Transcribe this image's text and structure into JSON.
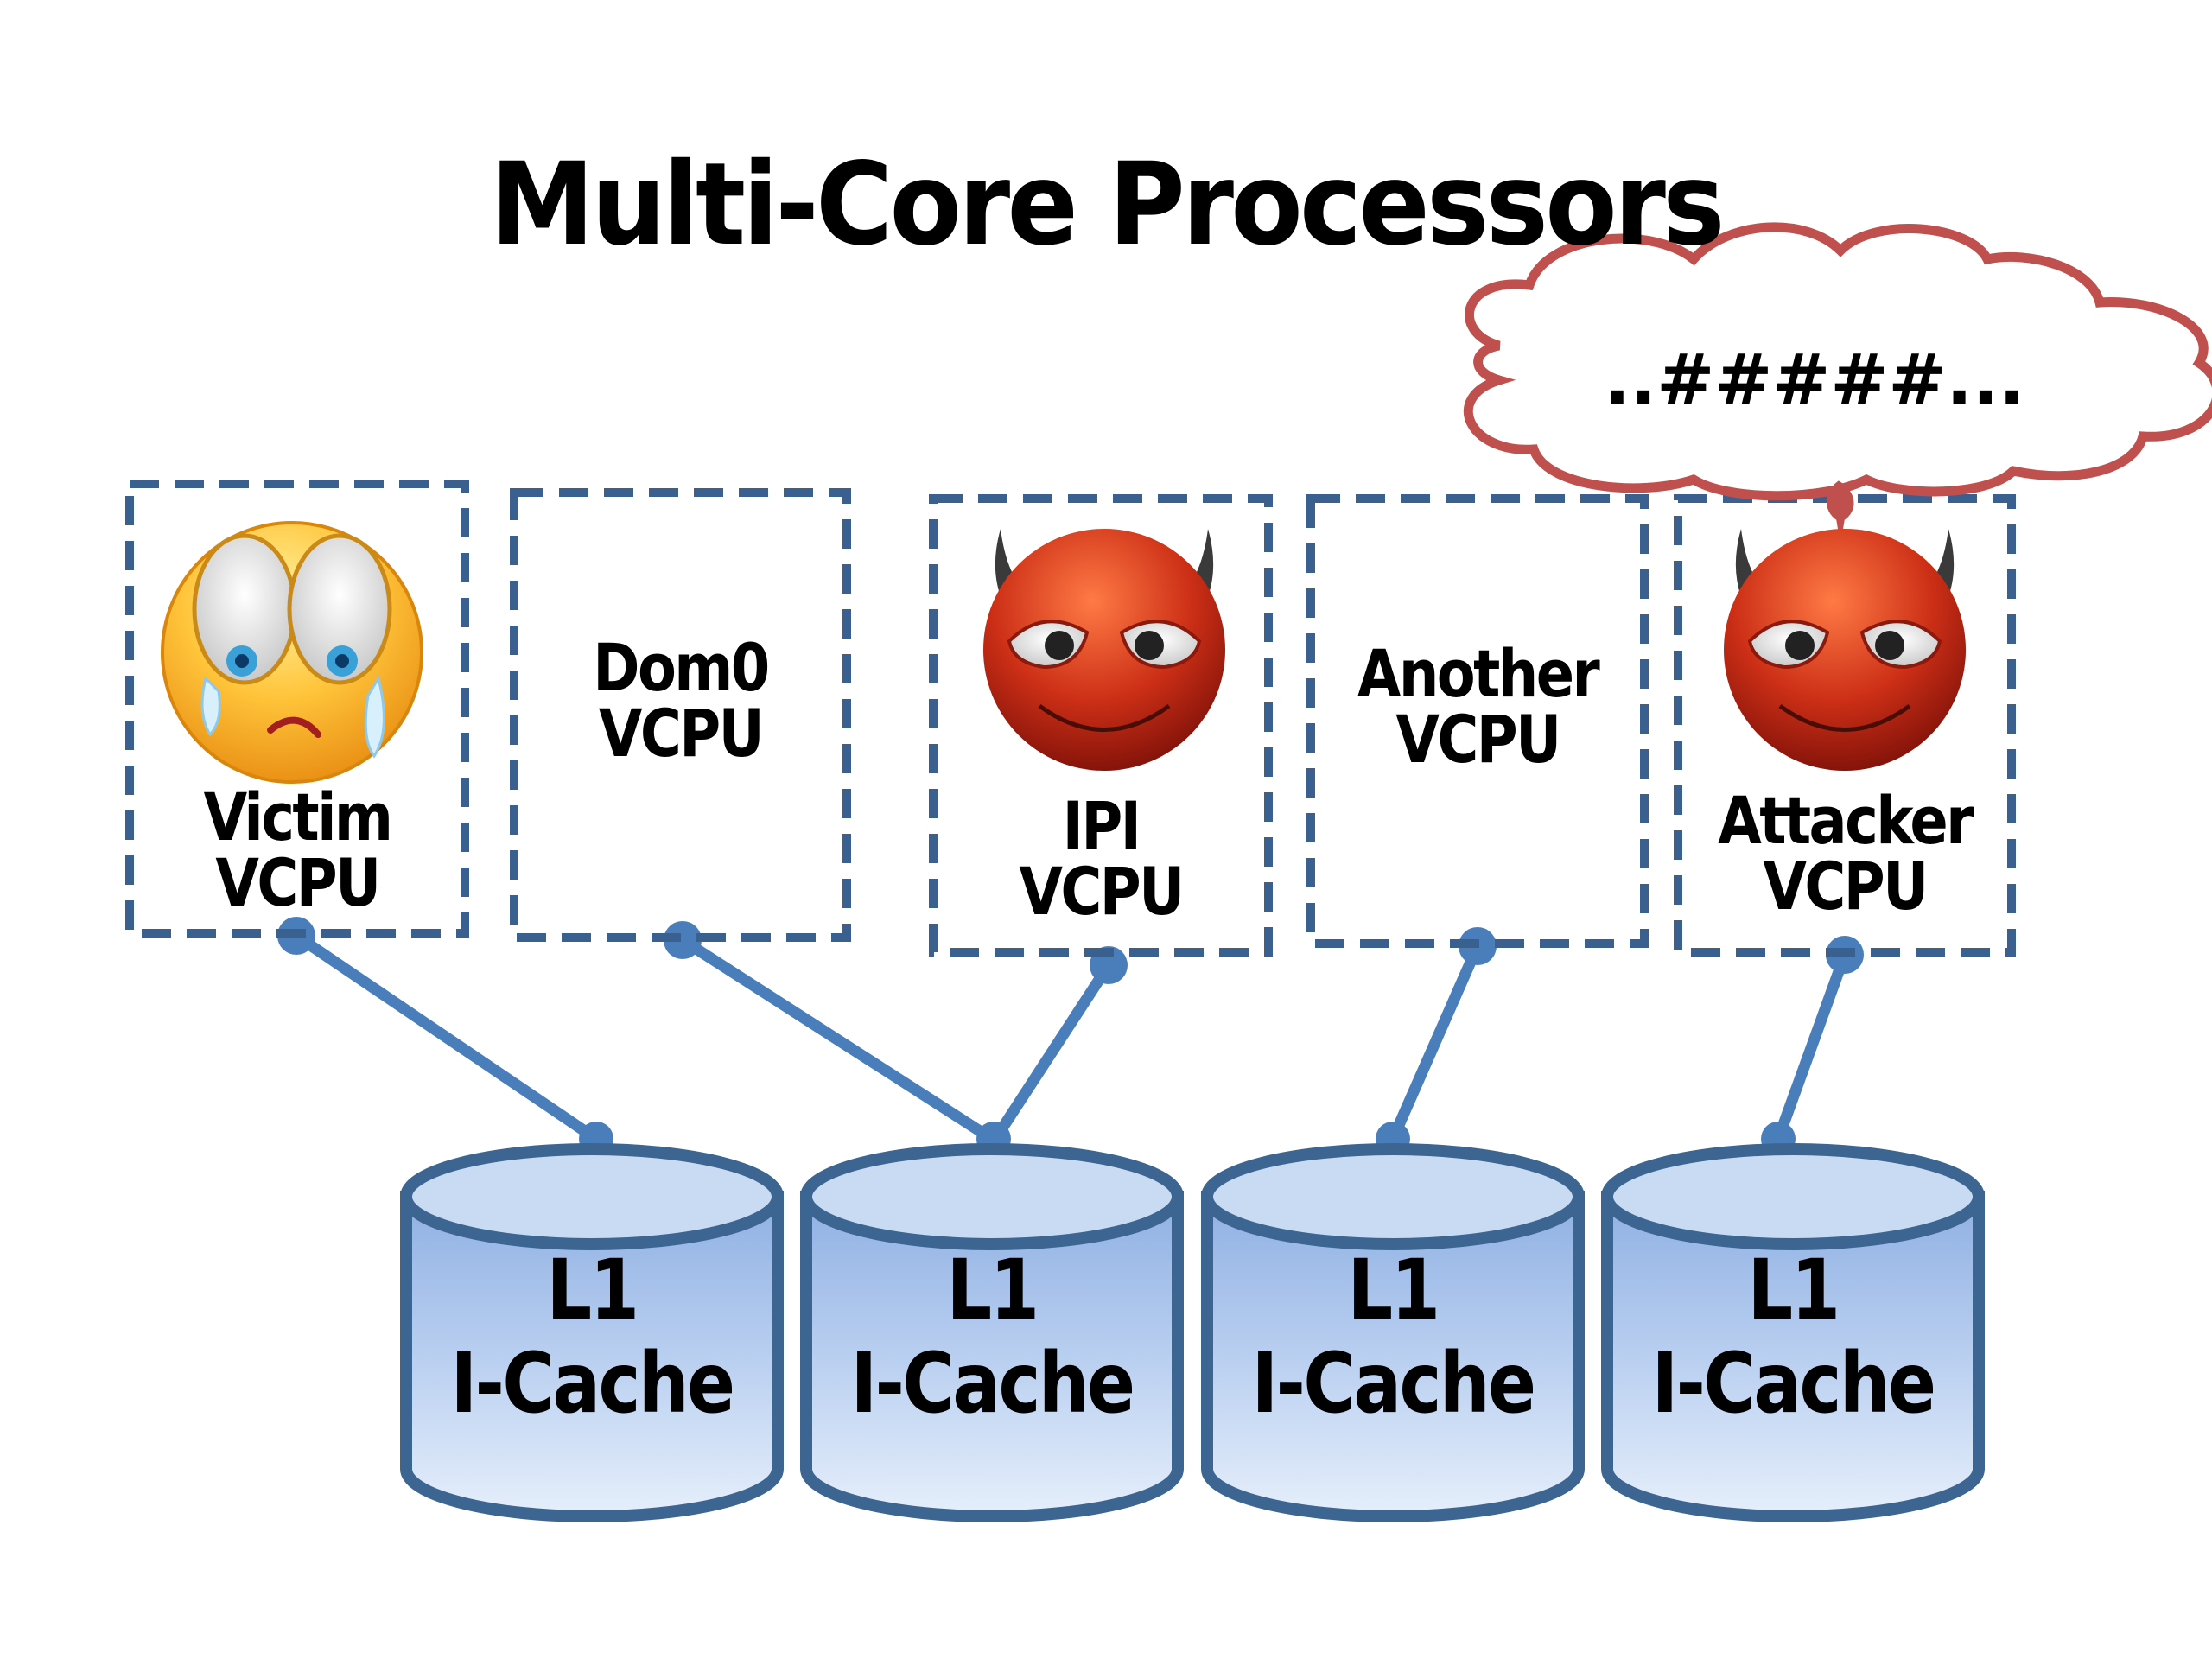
{
  "slide": {
    "title": "Multi-Core Processors",
    "thought_bubble": {
      "text": "..#####...",
      "outline_color": "#c0504d"
    },
    "vcpus": [
      {
        "line1": "Victim",
        "line2": "VCPU",
        "icon": "crying-face-icon"
      },
      {
        "line1": "Dom0",
        "line2": "VCPU",
        "icon": null
      },
      {
        "line1": "IPI",
        "line2": "VCPU",
        "icon": "devil-face-icon"
      },
      {
        "line1": "Another",
        "line2": "VCPU",
        "icon": null
      },
      {
        "line1": "Attacker",
        "line2": "VCPU",
        "icon": "devil-face-icon"
      }
    ],
    "caches": [
      {
        "line1": "L1",
        "line2": "I-Cache"
      },
      {
        "line1": "L1",
        "line2": "I-Cache"
      },
      {
        "line1": "L1",
        "line2": "I-Cache"
      },
      {
        "line1": "L1",
        "line2": "I-Cache"
      }
    ],
    "connections": [
      {
        "vcpu": "Victim VCPU",
        "cache": 1
      },
      {
        "vcpu": "Dom0 VCPU",
        "cache": 2
      },
      {
        "vcpu": "IPI VCPU",
        "cache": 2
      },
      {
        "vcpu": "Another VCPU",
        "cache": 3
      },
      {
        "vcpu": "Attacker VCPU",
        "cache": 4
      }
    ],
    "colors": {
      "box_border": "#3a6090",
      "connector": "#4a7ebb",
      "cache_border": "#3d6591",
      "cache_fill_top": "#c9dbf3",
      "cache_fill_body_top": "#9ab8e6",
      "cache_fill_body_bottom": "#e3edfa",
      "devil_red": "#c0281a",
      "victim_yellow": "#f5b630"
    }
  }
}
